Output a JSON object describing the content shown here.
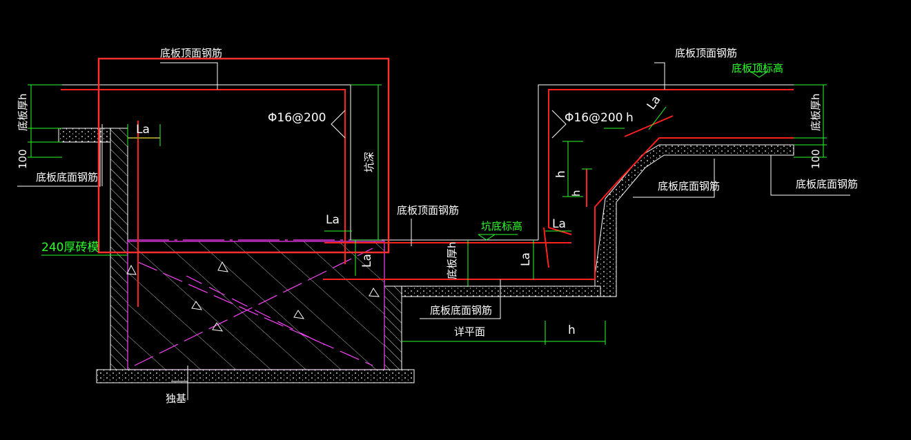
{
  "labels": {
    "top_rebar_left": "底板顶面钢筋",
    "top_rebar_mid": "底板顶面钢筋",
    "top_rebar_right": "底板顶面钢筋",
    "bottom_rebar_left": "底板底面钢筋",
    "bottom_rebar_mid": "底板底面钢筋",
    "bottom_rebar_right1": "底板底面钢筋",
    "bottom_rebar_right2": "底板底面钢筋",
    "thick_left": "底板厚h",
    "thick_mid": "底板厚h",
    "thick_right": "底板厚h",
    "dim_100_left": "100",
    "dim_100_right": "100",
    "rebar_spec_left": "Φ16@200",
    "rebar_spec_right": "Φ16@200",
    "h_after_spec": "h",
    "pit_depth": "坑深",
    "la_1": "La",
    "la_2": "La",
    "la_3": "La",
    "la_4": "La",
    "la_5": "La",
    "la_6": "La",
    "h_vertical": "h",
    "h_small": "h",
    "h_bottom": "h",
    "brick_mold": "240厚砖模",
    "pit_bottom_elev": "坑底标高",
    "slab_top_elev": "底板顶标高",
    "detail_plan": "详平面",
    "foundation": "独基"
  },
  "colors": {
    "background": "#000000",
    "line": "#ffffff",
    "dimension": "#2aff2a",
    "rebar": "#ff2020",
    "highlight_box": "#ff3030",
    "foundation_outline": "#ff40ff"
  }
}
